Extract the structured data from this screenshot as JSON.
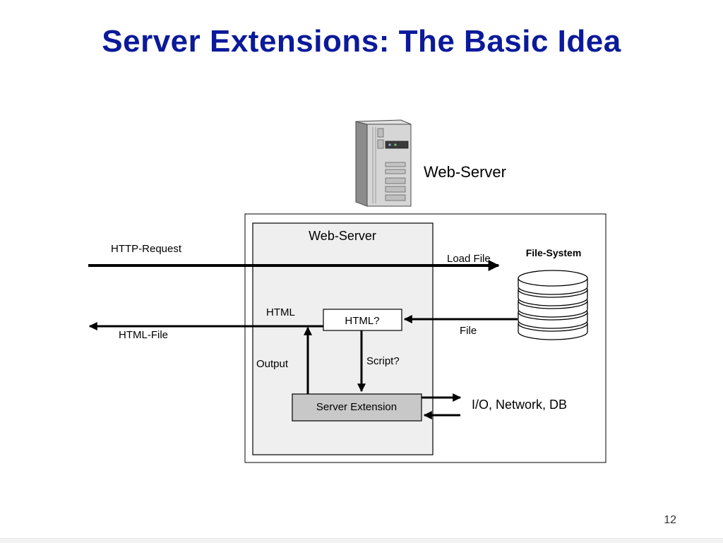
{
  "slide": {
    "title": "Server Extensions: The Basic Idea",
    "page_number": "12"
  },
  "diagram": {
    "server_icon_label": "Web-Server",
    "outer_server_label": "Web-Server",
    "file_system_label": "File-System",
    "html_check_label": "HTML?",
    "server_extension_label": "Server Extension",
    "edges": {
      "http_request": "HTTP-Request",
      "load_file": "Load File",
      "html": "HTML",
      "html_file": "HTML-File",
      "file": "File",
      "output": "Output",
      "script": "Script?",
      "io_network_db": "I/O, Network, DB"
    }
  },
  "colors": {
    "title": "#0b1a9a",
    "inner_box_fill": "#efefef",
    "extension_box_fill": "#c8c8c8"
  }
}
